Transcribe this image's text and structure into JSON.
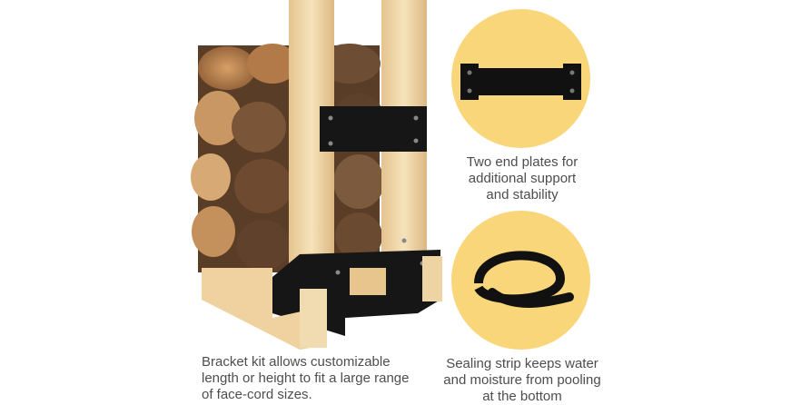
{
  "colors": {
    "accent": "#f9d67a",
    "wood_light": "#f3ddb0",
    "wood_mid": "#e7c58c",
    "log_dark": "#6a4a31",
    "log_bark": "#3c2a1d",
    "log_cut": "#c98f56",
    "bracket": "#161616",
    "text": "#4d4d4d"
  },
  "product": {
    "name_icon": "firewood-rack-bracket-illustration"
  },
  "features": [
    {
      "icon": "end-plate-icon",
      "caption": "Two end plates for\nadditional support\nand stability"
    },
    {
      "icon": "sealing-strip-icon",
      "caption": "Sealing strip keeps water\nand moisture from pooling\nat the bottom"
    }
  ],
  "main_caption": "Bracket kit allows customizable\nlength or height to fit a large range\nof face-cord sizes."
}
